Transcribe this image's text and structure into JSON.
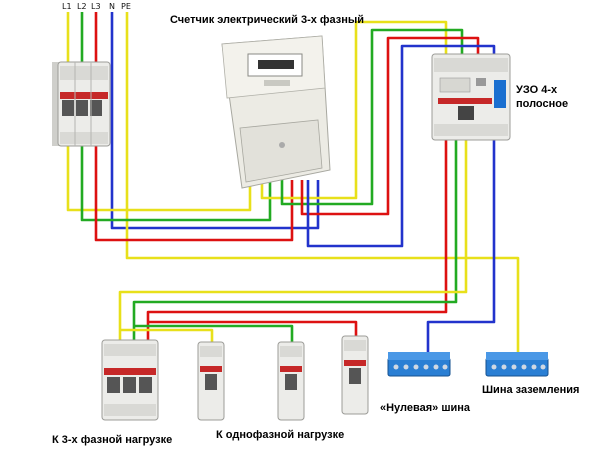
{
  "terminals": [
    "L1",
    "L2",
    "L3",
    "N",
    "PE"
  ],
  "labels": {
    "meter": "Счетчик электрический 3-х фазный",
    "uzo_line1": "УЗО 4-х",
    "uzo_line2": "полосное",
    "neutral_bus": "«Нулевая» шина",
    "ground_bus": "Шина заземления",
    "three_phase_load": "К 3-х фазной нагрузке",
    "single_phase_load": "К однофазной нагрузке"
  },
  "colors": {
    "L1": "#e8e01a",
    "L2": "#22aa22",
    "L3": "#dd1111",
    "N": "#2233cc",
    "PE": "#e8e01a",
    "device_body": "#e9e9e6",
    "bus": "#2a7fd4"
  }
}
